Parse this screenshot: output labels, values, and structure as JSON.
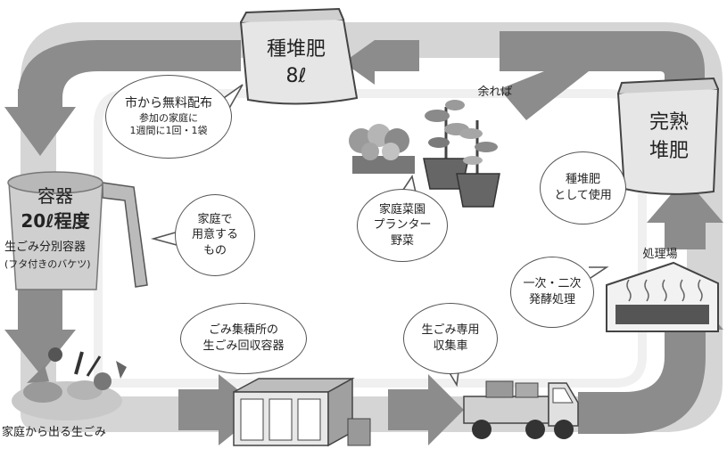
{
  "seed_compost": {
    "title": "種堆肥",
    "size": "8ℓ"
  },
  "city_bubble": {
    "line1": "市から無料配布",
    "line2": "参加の家庭に",
    "line3": "1週間に1回・1袋"
  },
  "container": {
    "title": "容器",
    "size": "20ℓ程度",
    "name": "生ごみ分別容器",
    "note": "(フタ付きのバケツ)"
  },
  "home_bubble": {
    "line1": "家庭で",
    "line2": "用意する",
    "line3": "もの"
  },
  "garden": {
    "surplus_label": "余れば"
  },
  "garden_bubble": {
    "line1": "家庭菜園",
    "line2": "プランター",
    "line3": "野菜"
  },
  "complete_compost": {
    "line1": "完熟",
    "line2": "堆肥"
  },
  "use_bubble": {
    "line1": "種堆肥",
    "line2": "として使用"
  },
  "facility": {
    "label": "処理場"
  },
  "ferment_bubble": {
    "line1": "一次・二次",
    "line2": "発酵処理"
  },
  "collection_bubble": {
    "line1": "ごみ集積所の",
    "line2": "生ごみ回収容器"
  },
  "truck_bubble": {
    "line1": "生ごみ専用",
    "line2": "収集車"
  },
  "food_waste": {
    "label": "家庭から出る生ごみ"
  }
}
